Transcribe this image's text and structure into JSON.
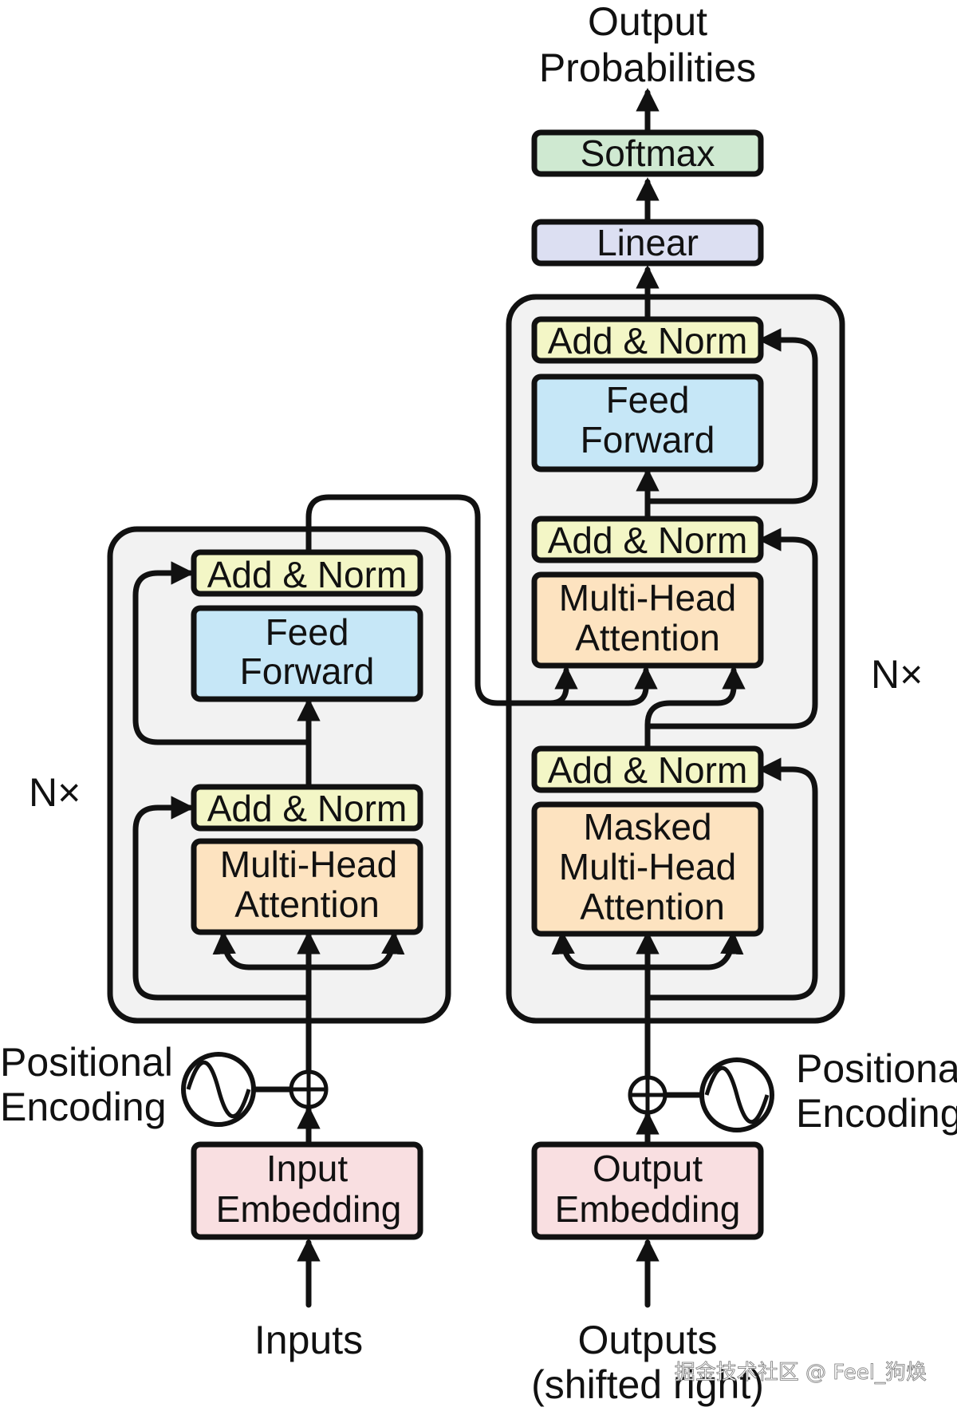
{
  "colors": {
    "add_norm": "#f3f6c6",
    "feed_forward": "#c6e7f7",
    "attention": "#fde3c0",
    "embedding": "#f9dfe1",
    "linear": "#dcdff2",
    "softmax": "#cfe9d1",
    "stack_bg": "#f2f2f2",
    "line": "#111111"
  },
  "encoder": {
    "repeat_label": "N×",
    "add_norm_top": "Add & Norm",
    "feed_forward": [
      "Feed",
      "Forward"
    ],
    "add_norm_bottom": "Add & Norm",
    "attention": [
      "Multi-Head",
      "Attention"
    ],
    "positional_encoding": [
      "Positional",
      "Encoding"
    ],
    "embedding": [
      "Input",
      "Embedding"
    ],
    "input_label": "Inputs"
  },
  "decoder": {
    "repeat_label": "N×",
    "add_norm_top": "Add & Norm",
    "feed_forward": [
      "Feed",
      "Forward"
    ],
    "add_norm_mid": "Add & Norm",
    "attention": [
      "Multi-Head",
      "Attention"
    ],
    "add_norm_bottom": "Add & Norm",
    "masked_attention": [
      "Masked",
      "Multi-Head",
      "Attention"
    ],
    "positional_encoding": [
      "Positional",
      "Encoding"
    ],
    "embedding": [
      "Output",
      "Embedding"
    ],
    "input_label": [
      "Outputs",
      "(shifted right)"
    ]
  },
  "head": {
    "linear": "Linear",
    "softmax": "Softmax",
    "output_label": [
      "Output",
      "Probabilities"
    ]
  },
  "icons": [
    "plus-circle-icon",
    "sine-wave-icon"
  ],
  "watermark": "掘金技术社区 @ Feel_狗焕"
}
